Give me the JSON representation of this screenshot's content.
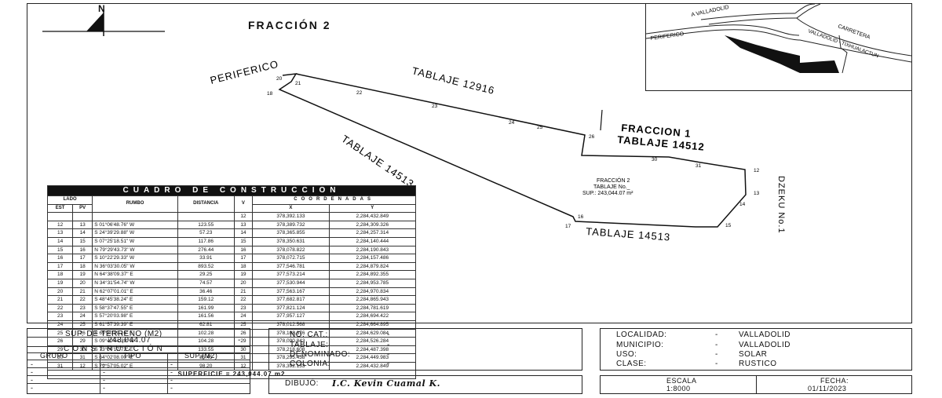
{
  "drawing": {
    "title": "FRACCIÓN 2",
    "north_label": "N",
    "labels": {
      "periferico": "PERIFERICO",
      "tablaje_12916": "TABLAJE 12916",
      "fraccion1_line1": "FRACCION 1",
      "fraccion1_line2": "TABLAJE 14512",
      "tablaje_14513_diag": "TABLAJE 14513",
      "tablaje_14513_bottom": "TABLAJE 14513",
      "dzeku": "DZEKU No.1",
      "center_line1": "FRACCIÓN 2",
      "center_line2": "TABLAJE No._",
      "center_line3": "SUP.: 243,044.07 m²"
    },
    "vertices": [
      "20",
      "21",
      "18",
      "22",
      "23",
      "24",
      "25",
      "26",
      "30",
      "31",
      "12",
      "13",
      "14",
      "15",
      "16",
      "17"
    ]
  },
  "location_map": {
    "a_valladolid": "A VALLADOLID",
    "periferico": "PERIFERICO",
    "carretera_line1": "CARRETERA",
    "carretera_line2": "VALLADOLID - TIXHUALACTUN"
  },
  "construction_table": {
    "title": "CUADRO DE CONSTRUCCION",
    "coords_header": "COORDENADAS",
    "headers": {
      "lado": "LADO",
      "est": "EST",
      "pv": "PV",
      "rumbo": "RUMBO",
      "distancia": "DISTANCIA",
      "v": "V",
      "x": "X",
      "y": "Y"
    },
    "first_row": {
      "v": "12",
      "x": "378,392.133",
      "y": "2,284,432.849"
    },
    "rows": [
      [
        "12",
        "13",
        "S 01°06'48.76\" W",
        "123.55",
        "13",
        "378,389.732",
        "2,284,309.326"
      ],
      [
        "13",
        "14",
        "S 24°39'29.88\" W",
        "57.23",
        "14",
        "378,365.855",
        "2,284,257.314"
      ],
      [
        "14",
        "15",
        "S 07°25'18.51\" W",
        "117.86",
        "15",
        "378,350.631",
        "2,284,140.444"
      ],
      [
        "15",
        "16",
        "N 79°29'43.73\" W",
        "276.44",
        "16",
        "378,078.822",
        "2,284,190.843"
      ],
      [
        "16",
        "17",
        "S 10°22'29.33\" W",
        "33.91",
        "17",
        "378,072.715",
        "2,284,157.486"
      ],
      [
        "17",
        "18",
        "N 36°03'30.05\" W",
        "893.52",
        "18",
        "377,546.781",
        "2,284,879.824"
      ],
      [
        "18",
        "19",
        "N 64°38'09.37\" E",
        "29.25",
        "19",
        "377,573.214",
        "2,284,892.355"
      ],
      [
        "19",
        "20",
        "N 34°31'54.74\" W",
        "74.57",
        "20",
        "377,530.944",
        "2,284,953.785"
      ],
      [
        "20",
        "21",
        "N 62°07'01.01\" E",
        "36.46",
        "21",
        "377,563.167",
        "2,284,970.834"
      ],
      [
        "21",
        "22",
        "S 48°45'38.24\" E",
        "159.12",
        "22",
        "377,682.817",
        "2,284,865.943"
      ],
      [
        "22",
        "23",
        "S 58°37'47.55\" E",
        "161.99",
        "23",
        "377,821.124",
        "2,284,781.619"
      ],
      [
        "23",
        "24",
        "S 57°20'03.98\" E",
        "161.56",
        "24",
        "377,957.127",
        "2,284,694.422"
      ],
      [
        "24",
        "25",
        "S 61°57'39.39\" E",
        "62.81",
        "25",
        "378,012.568",
        "2,284,664.895"
      ],
      [
        "25",
        "26",
        "S 69°30'19.16\" E",
        "102.28",
        "26",
        "378,108.376",
        "2,284,629.084"
      ],
      [
        "26",
        "29",
        "S 09°40'44.39\" W",
        "104.28",
        "29",
        "378,090.843",
        "2,284,526.284"
      ],
      [
        "29",
        "30",
        "S 73°04'17.72\" E",
        "133.55",
        "30",
        "378,218.608",
        "2,284,487.398"
      ],
      [
        "30",
        "31",
        "S 64°02'08.00\" E",
        "85.45",
        "31",
        "378,295.438",
        "2,284,449.983"
      ],
      [
        "31",
        "12",
        "S 79°57'05.02\" E",
        "98.20",
        "12",
        "378,392.133",
        "2,284,432.849"
      ]
    ],
    "superficie_label": "SUPERFICIE",
    "superficie_value": "= 243,044.07 m2"
  },
  "land": {
    "sup_header": "SUP. DE TERRENO (M2)",
    "sup_value": "243,044.07",
    "sup_dash": "-",
    "construccion_header": "CONSTRUCCIÓN",
    "col_grupo": "GRUPO",
    "col_tipo": "TIPO",
    "col_sup": "SUP.(M2)",
    "dash": "-"
  },
  "cadastral": {
    "no_cat_label": "NO. CAT.:",
    "no_cat_value": "-",
    "tablaje_label": "TABLAJE:",
    "tablaje_value": "-",
    "denominado_label": "DENOMINADO:",
    "denominado_value": "-",
    "colonia_label": "COLONIA:",
    "colonia_value": "-"
  },
  "location": {
    "localidad_label": "LOCALIDAD:",
    "localidad_value": "VALLADOLID",
    "municipio_label": "MUNICIPIO:",
    "municipio_value": "VALLADOLID",
    "uso_label": "USO:",
    "uso_value": "SOLAR",
    "clase_label": "CLASE:",
    "clase_value": "RUSTICO",
    "dash": "-"
  },
  "footer": {
    "dibujo_label": "DIBUJÓ:",
    "dibujo_value": "I.C. Kevin Cuamal K.",
    "escala_label": "ESCALA",
    "escala_value": "1:8000",
    "fecha_label": "FECHA:",
    "fecha_value": "01/11/2023"
  }
}
